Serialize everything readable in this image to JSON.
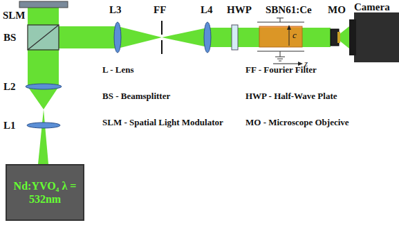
{
  "diagram": {
    "nodes": [
      {
        "text": [
          "Nd:YVO₄ λ = 532nm"
        ]
      }
    ],
    "labels": [
      "SLM",
      "BS",
      "L3",
      "FF",
      "L4",
      "HWP",
      "SBN61:Ce",
      "MO",
      "Camera",
      "L2",
      "L1",
      "c",
      "z",
      "L - Lens",
      "BS - Beamsplitter",
      "SLM - Spatial Light Modulator",
      "FF - Fourier Filter",
      "HWP - Half-Wave Plate",
      "MO - Microscope Objecive"
    ]
  }
}
